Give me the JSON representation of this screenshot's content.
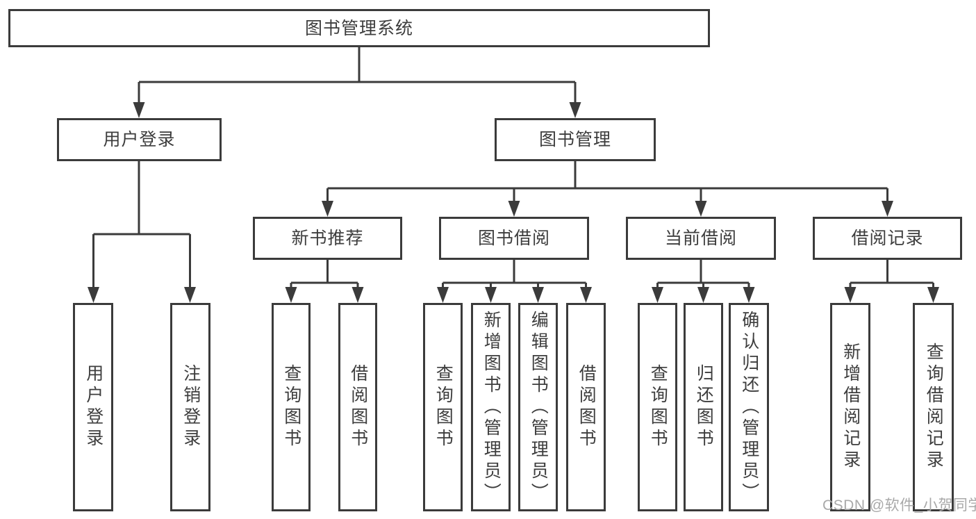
{
  "diagram": {
    "root": {
      "label": "图书管理系统"
    },
    "user_login_branch": {
      "label": "用户登录",
      "children": [
        {
          "label": "用户登录"
        },
        {
          "label": "注销登录"
        }
      ]
    },
    "book_mgmt_branch": {
      "label": "图书管理",
      "modules": [
        {
          "label": "新书推荐",
          "children": [
            {
              "label": "查询图书"
            },
            {
              "label": "借阅图书"
            }
          ]
        },
        {
          "label": "图书借阅",
          "children": [
            {
              "label": "查询图书"
            },
            {
              "label": "新增图书（管理员）"
            },
            {
              "label": "编辑图书（管理员）"
            },
            {
              "label": "借阅图书"
            }
          ]
        },
        {
          "label": "当前借阅",
          "children": [
            {
              "label": "查询图书"
            },
            {
              "label": "归还图书"
            },
            {
              "label": "确认归还（管理员）"
            }
          ]
        },
        {
          "label": "借阅记录",
          "children": [
            {
              "label": "新增借阅记录"
            },
            {
              "label": "查询借阅记录"
            }
          ]
        }
      ]
    },
    "colors": {
      "line": "#3b3b3b",
      "text": "#3d3d3d",
      "background": "#ffffff",
      "watermark": "#a9a9a9"
    }
  },
  "watermark": {
    "text": "CSDN @软件_小贺同学"
  }
}
